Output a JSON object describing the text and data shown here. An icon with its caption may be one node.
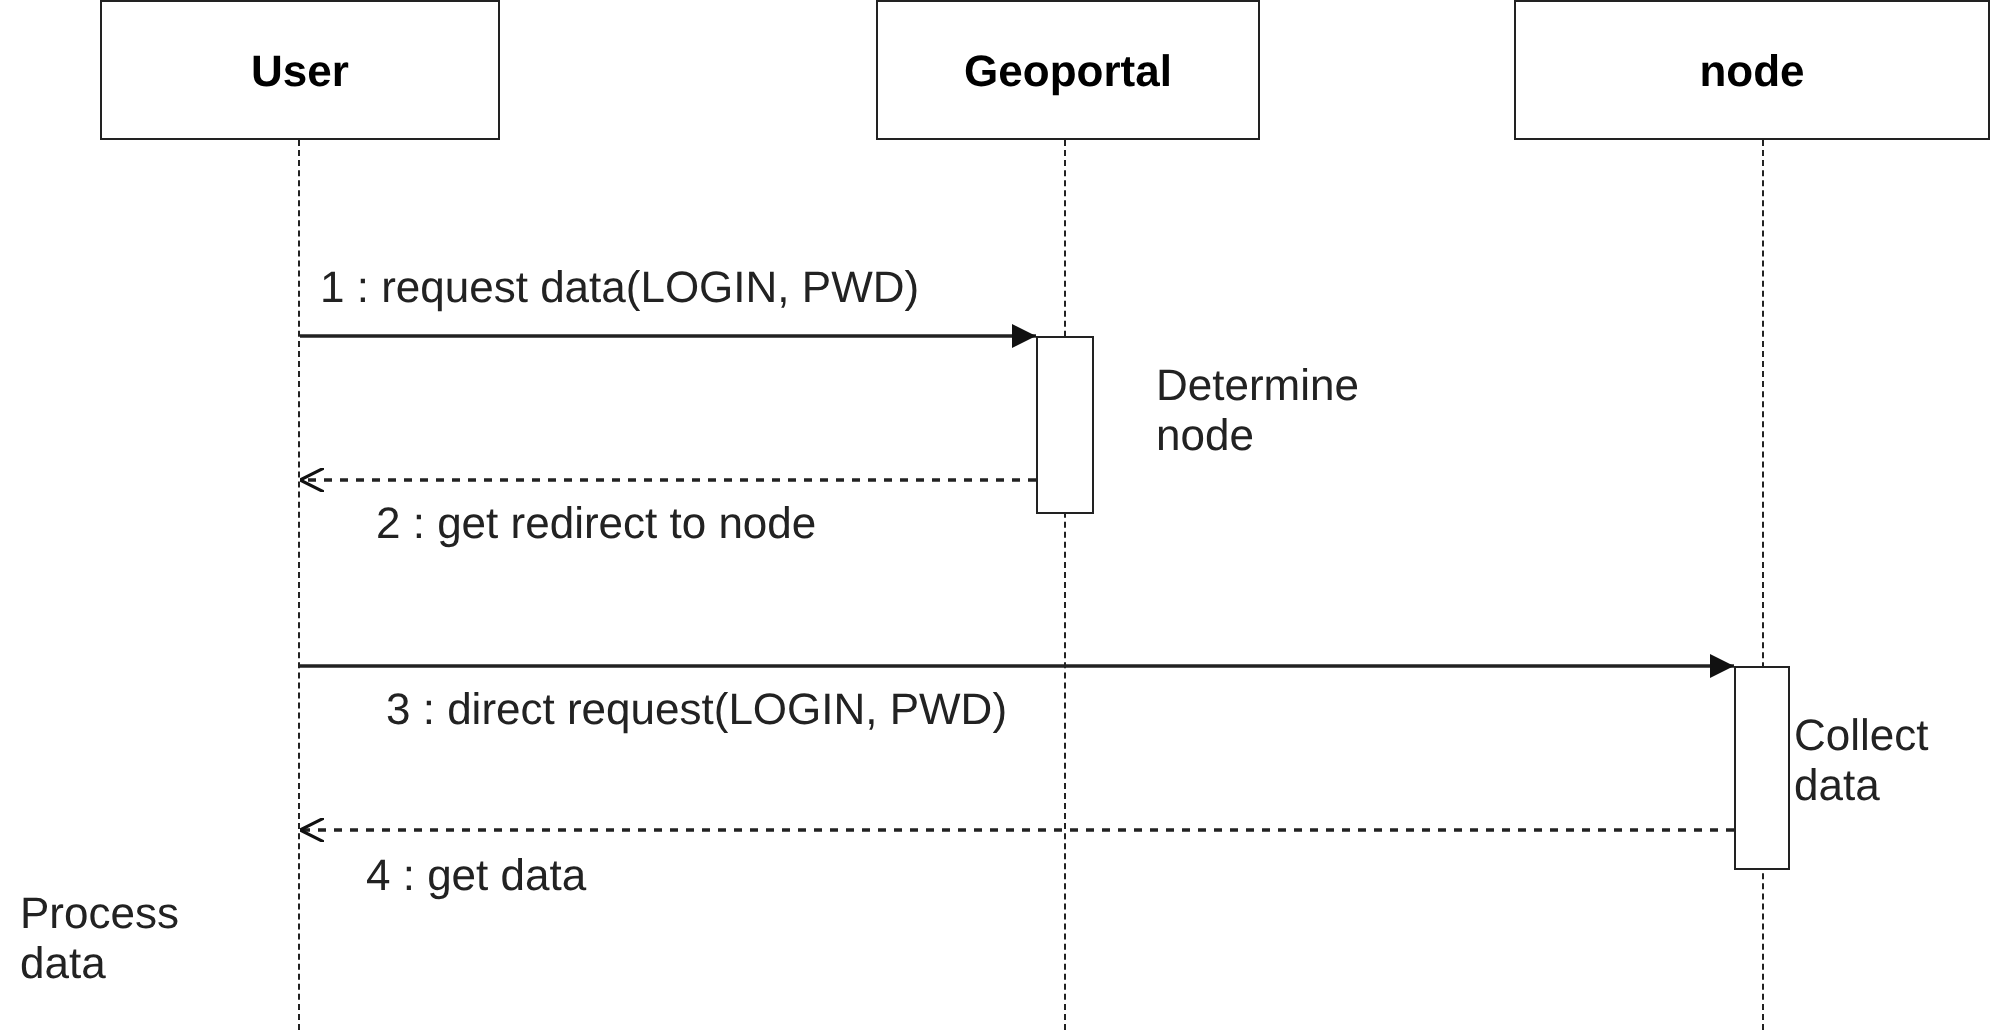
{
  "diagram": {
    "nodes": [
      {
        "text": [
          "User"
        ]
      },
      {
        "text": [
          "Geoportal"
        ]
      },
      {
        "text": [
          "node"
        ]
      },
      {
        "text": [],
        "shape": "line"
      },
      {
        "text": [],
        "shape": "line"
      },
      {
        "text": [],
        "shape": "line"
      },
      {
        "text": [],
        "shape": "bar",
        "beside": [
          "Determine node"
        ]
      },
      {
        "text": [],
        "shape": "bar",
        "beside": [
          "Collect data"
        ]
      }
    ],
    "edges": [
      {
        "from": 3,
        "to": 6,
        "arrow": "to",
        "label": "1 : request data(LOGIN, PWD)"
      },
      {
        "from": 6,
        "to": 3,
        "arrow": "to",
        "label": "2 : get redirect to node",
        "style": "dashed"
      },
      {
        "from": 3,
        "to": 7,
        "arrow": "to",
        "label": "3 : direct request(LOGIN, PWD)"
      },
      {
        "from": 7,
        "to": 3,
        "arrow": "to",
        "label": "4 : get data",
        "style": "dashed"
      }
    ],
    "labels": [
      "Process data"
    ]
  }
}
